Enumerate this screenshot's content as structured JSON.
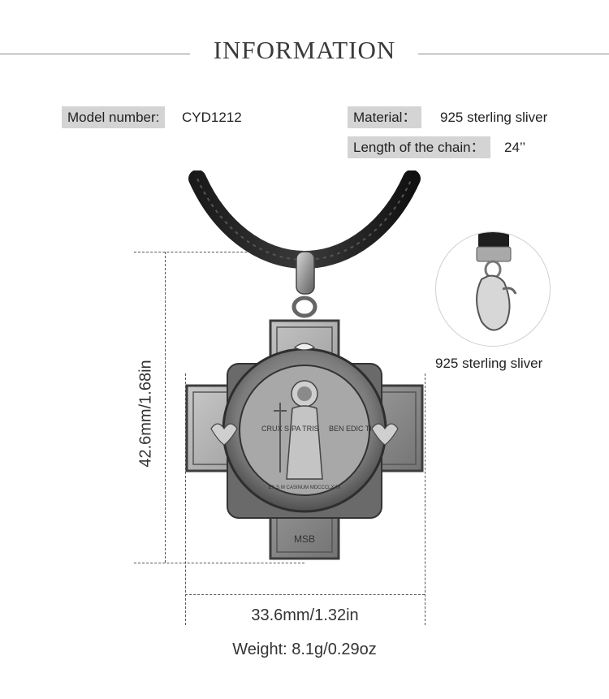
{
  "header": {
    "title": "INFORMATION"
  },
  "specs": {
    "model_label": "Model number:",
    "model_value": "CYD1212",
    "material_label": "Material：",
    "material_value": "925 sterling sliver",
    "chain_label": "Length of the chain：",
    "chain_value": "24’’"
  },
  "product": {
    "pendant_icon": "st-benedict-cross-pendant",
    "detail_icon": "lobster-clasp-detail",
    "detail_caption": "925 sterling sliver",
    "height_dimension": "42.6mm/1.68in",
    "width_dimension": "33.6mm/1.32in",
    "weight": "Weight: 8.1g/0.29oz",
    "medal_text_left": "CRUX S·PA TRIS",
    "medal_text_right": "BEN EDIC TI·",
    "medal_text_bottom": "EX S M CASINUM MDCCCLXXX",
    "medal_text_msb": "MSB"
  }
}
